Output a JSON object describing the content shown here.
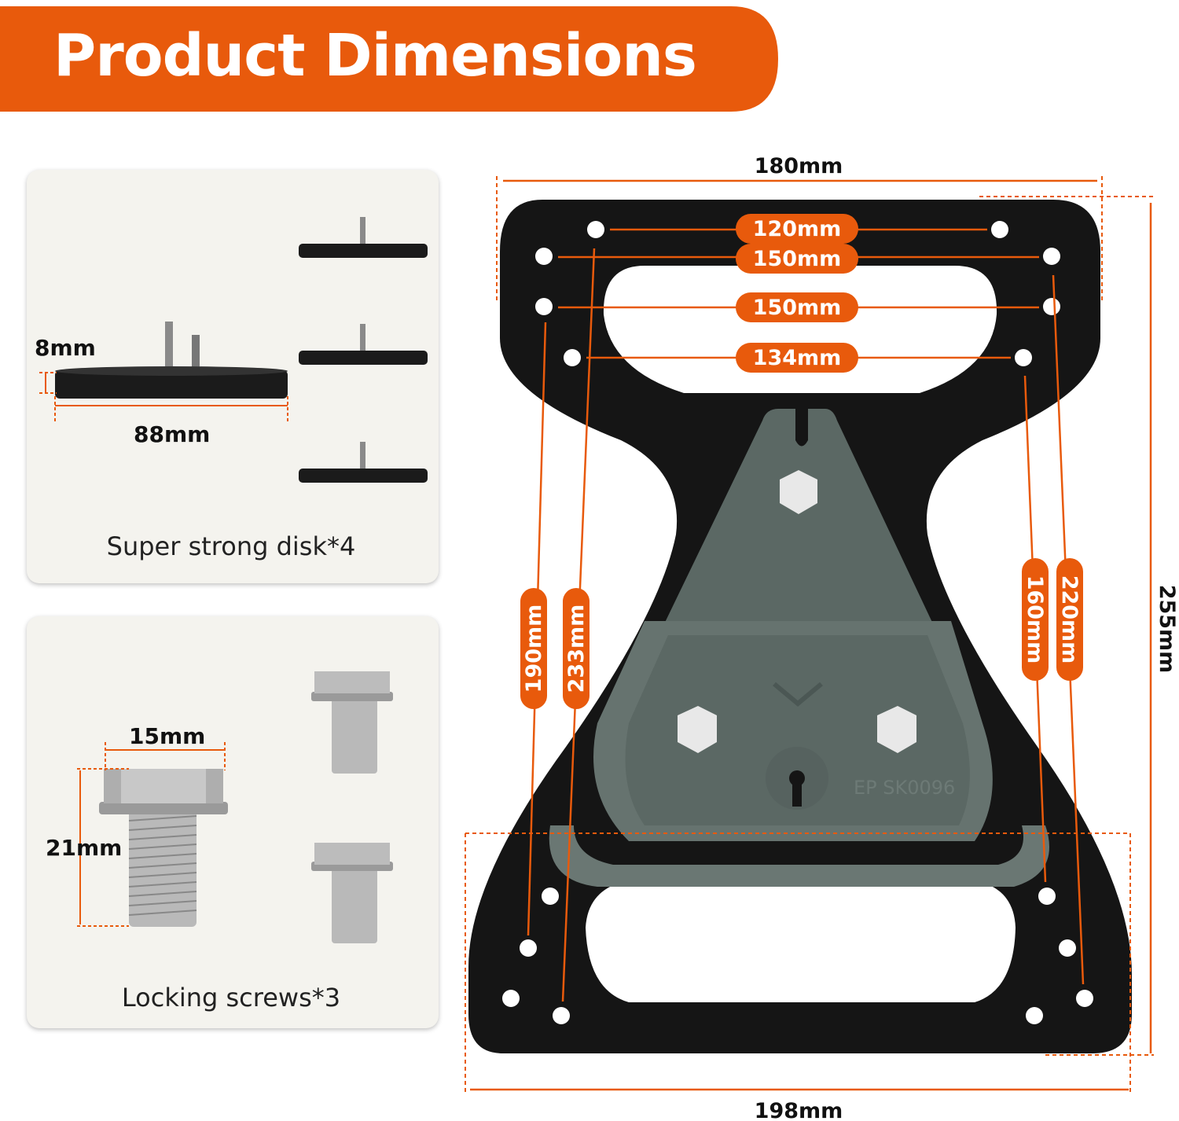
{
  "header": {
    "title": "Product Dimensions"
  },
  "colors": {
    "accent": "#e85a0c",
    "plate": "#151515",
    "bracket": "#5b6864",
    "card_bg": "#f4f3ee"
  },
  "disk_card": {
    "caption": "Super strong disk*4",
    "height_label": "8mm",
    "diameter_label": "88mm"
  },
  "screw_card": {
    "caption": "Locking screws*3",
    "width_label": "15mm",
    "length_label": "21mm"
  },
  "plate": {
    "top_width": "180mm",
    "bottom_width": "198mm",
    "total_height": "255mm",
    "hole_120": "120mm",
    "hole_150a": "150mm",
    "hole_150b": "150mm",
    "hole_134": "134mm",
    "vert_190": "190mm",
    "vert_233": "233mm",
    "vert_160": "160mm",
    "vert_220": "220mm",
    "bracket_text": "EP SK0096"
  }
}
